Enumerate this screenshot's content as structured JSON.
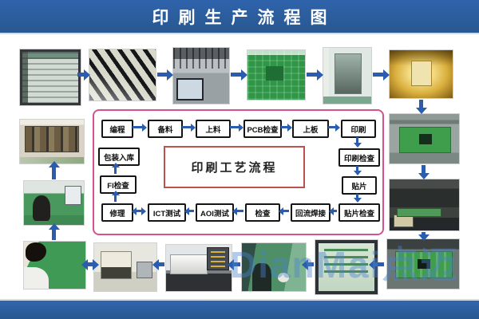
{
  "title": "印刷生产流程图",
  "watermark": "DianMai点迈",
  "colors": {
    "header_blue": "#2b5ea6",
    "arrow_blue": "#2a5db0",
    "frame_pink": "#d2538e",
    "center_red": "#c0504d",
    "box_border": "#151515"
  },
  "flow": {
    "center_label": "印刷工艺流程",
    "steps": {
      "programming": "编程",
      "material_prep": "备料",
      "loading": "上料",
      "pcb_inspection": "PCB检查",
      "board_loading": "上板",
      "printing": "印刷",
      "print_inspection": "印刷检查",
      "placement": "贴片",
      "placement_inspection": "贴片检查",
      "reflow": "回流焊接",
      "inspection": "检查",
      "aoi_test": "AOI测试",
      "ict_test": "ICT测试",
      "repair": "修理",
      "fi_inspection": "FI检查",
      "packing": "包装入库"
    }
  },
  "photos": [
    "programming-screen",
    "material-feeders",
    "feeder-loading",
    "pcb-board",
    "board-loader",
    "printing-machine",
    "print-inspection-machine",
    "smt-placement-machine",
    "placement-inspection-machine",
    "aoi-monitor",
    "reflow-soldering-worker",
    "aoi-test-machine",
    "ict-test-machine",
    "repair-station",
    "final-inspection-station",
    "warehouse-racks"
  ]
}
